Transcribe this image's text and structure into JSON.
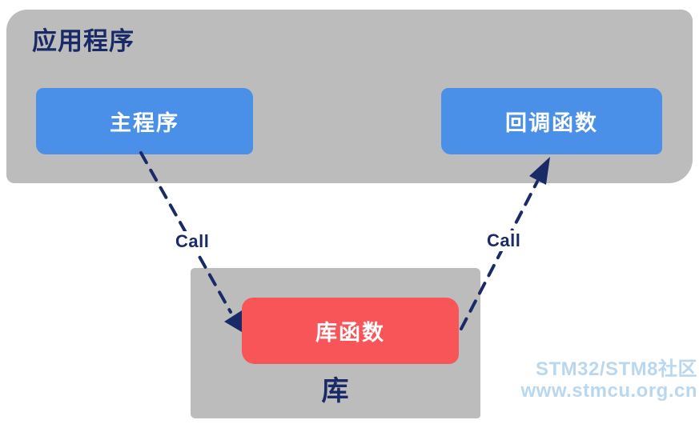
{
  "diagram": {
    "application": {
      "label": "应用程序",
      "main_box": "主程序",
      "callback_box": "回调函数"
    },
    "library": {
      "label": "库",
      "function_box": "库函数"
    }
  },
  "arrows": {
    "left": {
      "label": "Call"
    },
    "right": {
      "label": "Call"
    }
  },
  "watermark": {
    "line1": "STM32/STM8社区",
    "line2": "www.stmcu.org.cn"
  },
  "colors": {
    "container_gray": "#bcbcbc",
    "box_blue": "#4a8fe8",
    "box_red": "#f85559",
    "navy": "#1a2a66",
    "watermark_blue": "#b9d8f0"
  }
}
